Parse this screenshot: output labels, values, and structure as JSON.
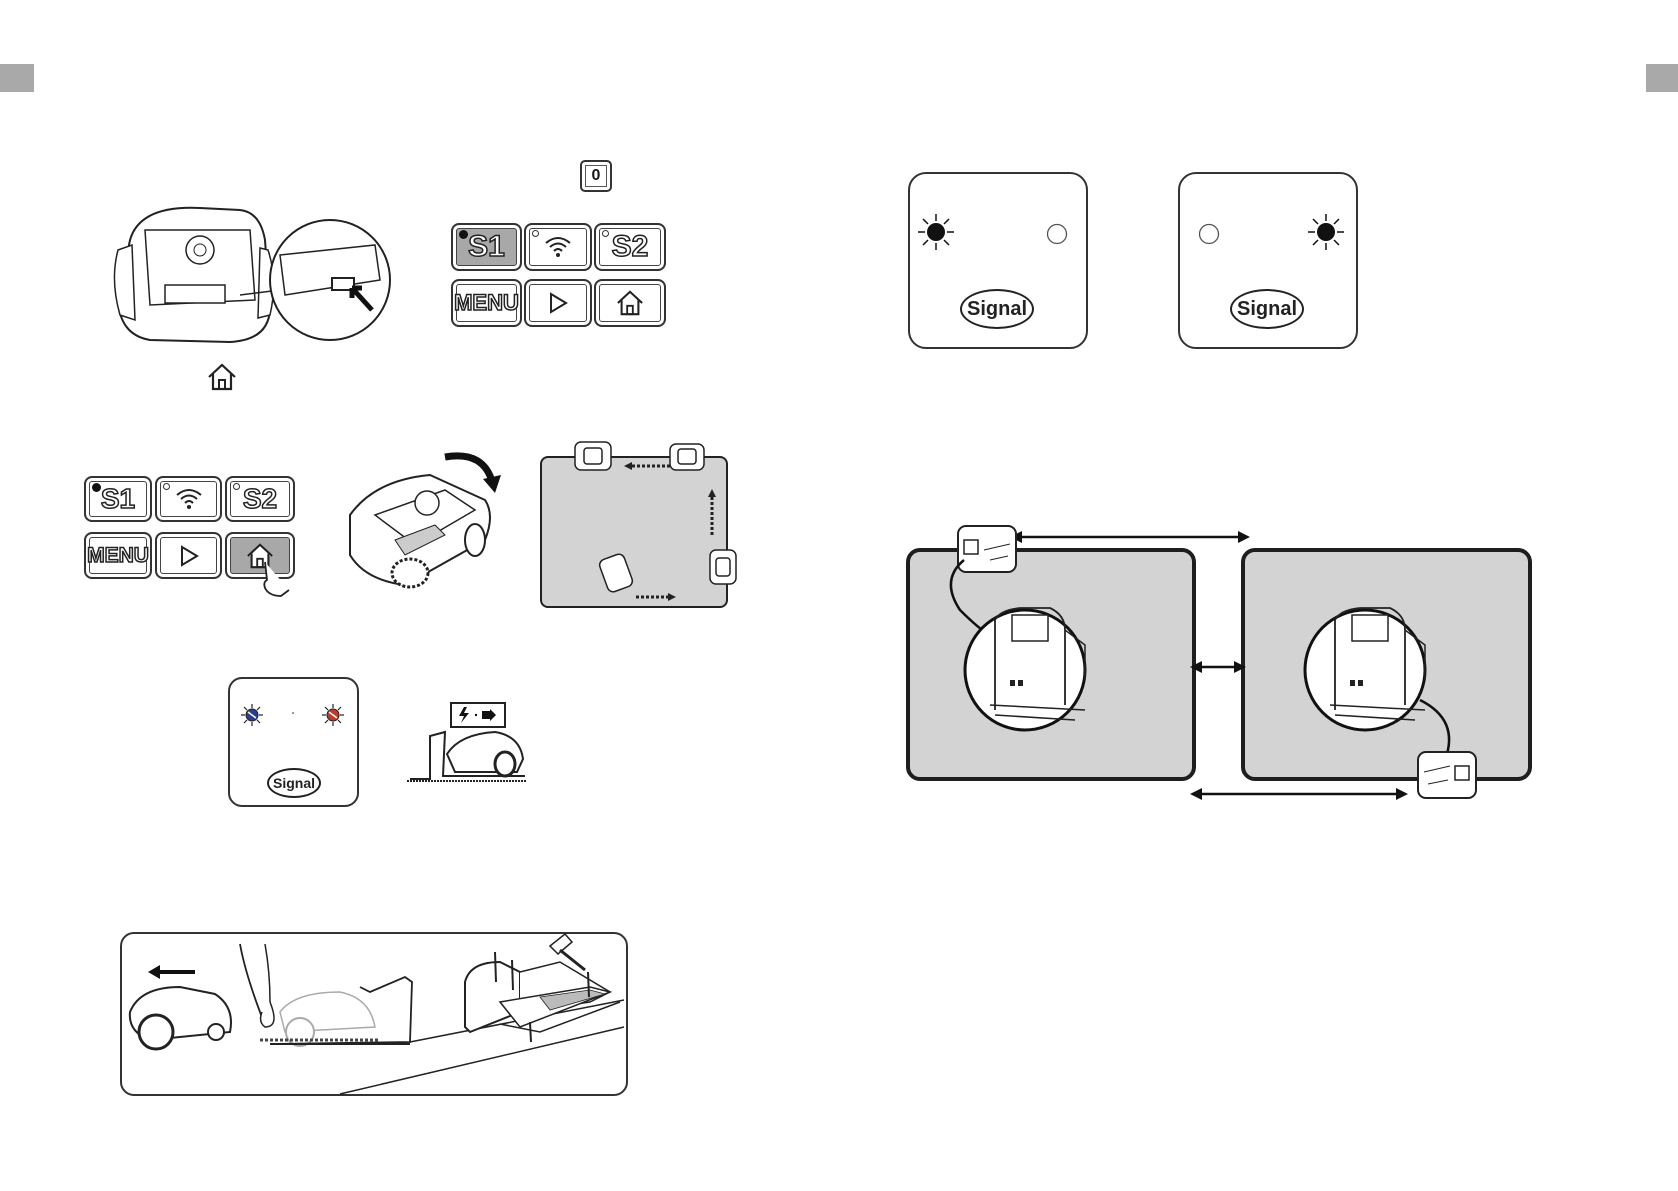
{
  "page_tabs": {
    "left_color": "#a9a9a9",
    "right_color": "#a9a9a9"
  },
  "icons": {
    "zero_key": "0",
    "home_icon": "home-icon",
    "charge_icon": "lightning-plug-icon"
  },
  "keypad_top": {
    "keys": [
      {
        "label": "S1",
        "state": "pressed",
        "indicator": "lit"
      },
      {
        "label": "",
        "icon": "wifi-signal-icon",
        "indicator": "off"
      },
      {
        "label": "S2",
        "indicator": "off"
      },
      {
        "label": "MENU"
      },
      {
        "label": "",
        "icon": "play-icon"
      },
      {
        "label": "",
        "icon": "home-icon"
      }
    ]
  },
  "keypad_mid": {
    "keys": [
      {
        "label": "S1",
        "indicator": "lit"
      },
      {
        "label": "",
        "icon": "wifi-signal-icon",
        "indicator": "off"
      },
      {
        "label": "S2",
        "indicator": "off"
      },
      {
        "label": "MENU"
      },
      {
        "label": "",
        "icon": "play-icon"
      },
      {
        "label": "",
        "icon": "home-icon",
        "state": "pressed"
      }
    ]
  },
  "signal_panels": {
    "small": {
      "label": "Signal",
      "left_led": "#2a3f8f",
      "right_led": "#c0392b"
    },
    "left": {
      "label": "Signal",
      "left_led": "lit",
      "right_led": "off"
    },
    "right": {
      "label": "Signal",
      "left_led": "off",
      "right_led": "lit"
    }
  },
  "colors": {
    "field_gray": "#d3d3d3",
    "pressed_gray": "#a8a8a8"
  }
}
